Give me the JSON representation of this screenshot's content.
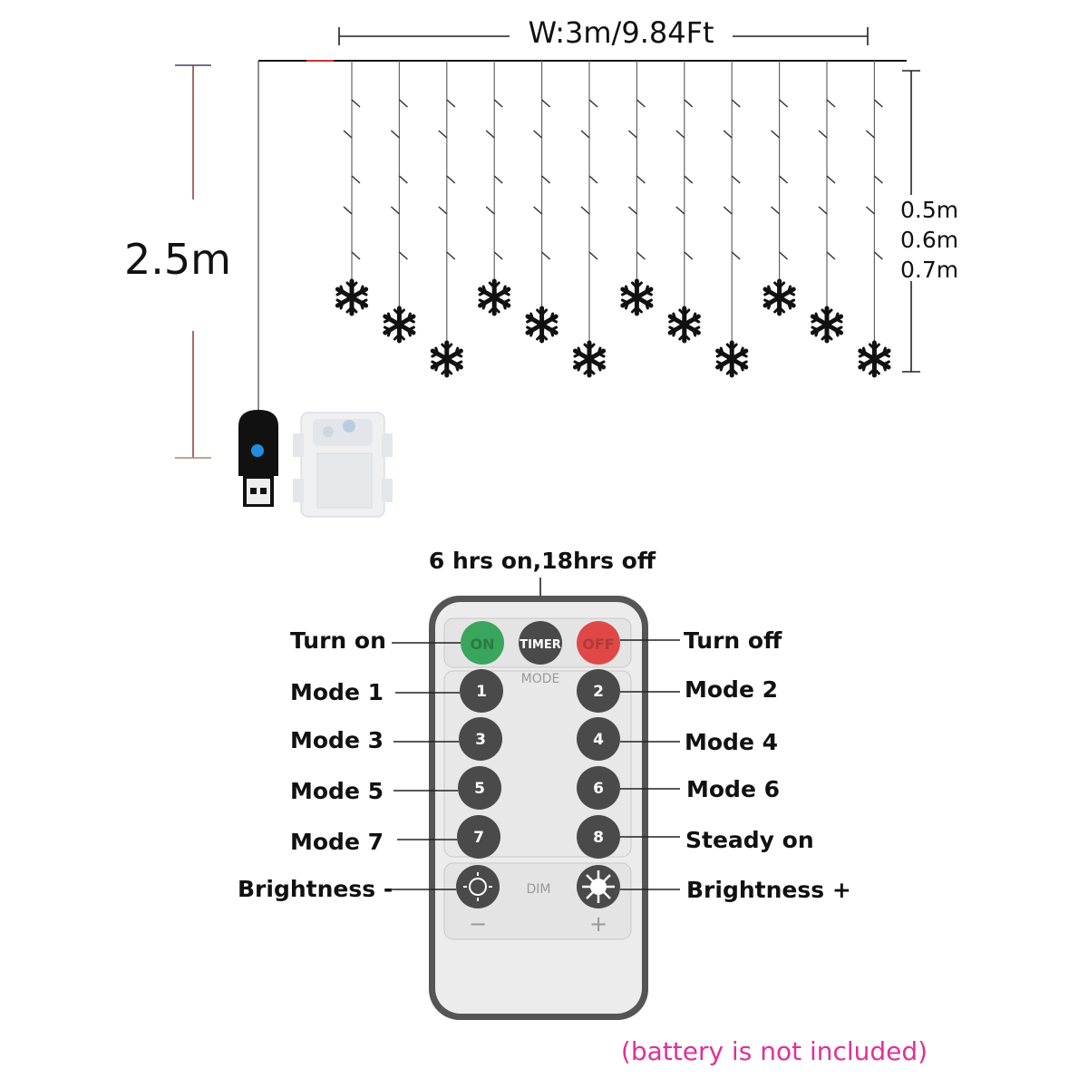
{
  "dimensions": {
    "width": "W:3m/9.84Ft",
    "height": "2.5m",
    "drop_lengths": [
      "0.5m",
      "0.6m",
      "0.7m"
    ]
  },
  "strands": 12,
  "remote": {
    "timer_note": "6 hrs on,18hrs off",
    "buttons": {
      "on": "ON",
      "timer": "TIMER",
      "off": "OFF",
      "mode_section": "MODE",
      "dim_section": "DIM",
      "m1": "1",
      "m2": "2",
      "m3": "3",
      "m4": "4",
      "m5": "5",
      "m6": "6",
      "m7": "7",
      "m8": "8",
      "minus": "−",
      "plus": "+"
    },
    "labels": {
      "turn_on": "Turn on",
      "turn_off": "Turn off",
      "mode1": "Mode 1",
      "mode2": "Mode 2",
      "mode3": "Mode 3",
      "mode4": "Mode 4",
      "mode5": "Mode 5",
      "mode6": "Mode 6",
      "mode7": "Mode 7",
      "steady_on": "Steady on",
      "brightness_minus": "Brightness -",
      "brightness_plus": "Brightness +"
    },
    "colors": {
      "on": "#3aa55c",
      "off": "#e04848",
      "dark": "#4a4a4a"
    }
  },
  "note": "(battery is not included)",
  "note_color": "#e0309a"
}
